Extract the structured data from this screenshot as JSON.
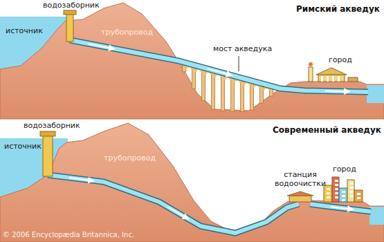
{
  "diagram": {
    "labels": [
      "источник",
      "водозаборник",
      "Римский акведук",
      "трубопровод",
      "мост акведука",
      "город",
      "источник",
      "водозаборник",
      "Современный акведук",
      "трубопровод",
      "станция водоочистки",
      "город",
      "© 2006 Encyclopædia Britannica, Inc."
    ]
  }
}
